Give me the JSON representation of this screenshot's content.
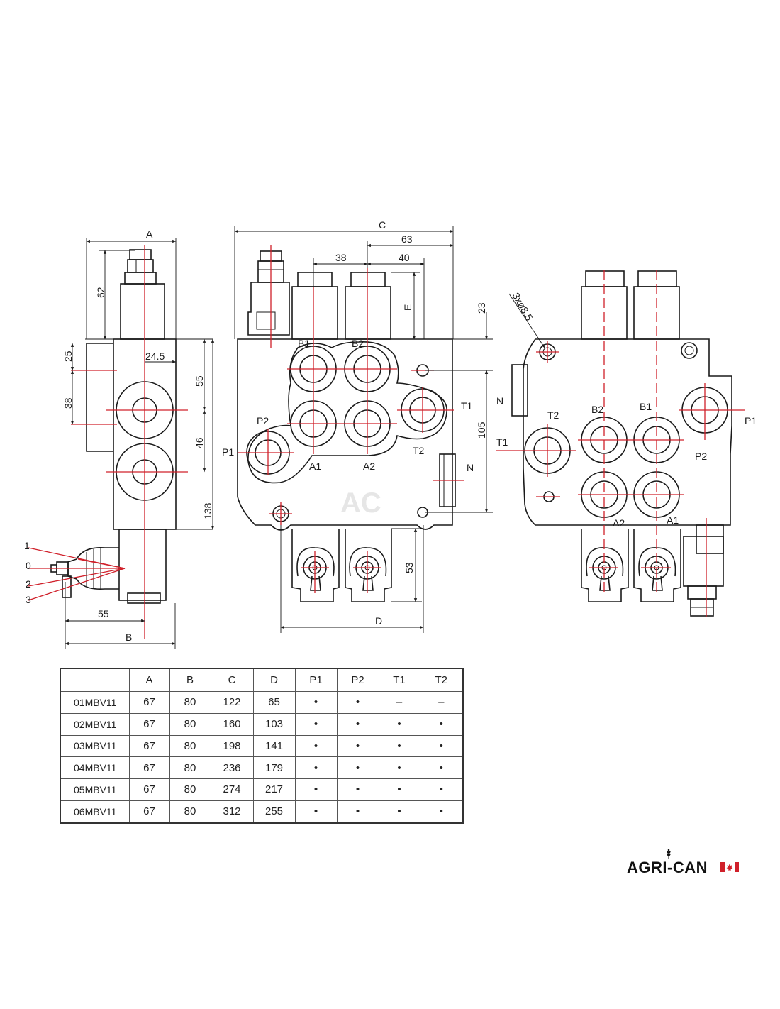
{
  "dimensions": {
    "side": {
      "A": "A",
      "62": "62",
      "25": "25",
      "24_5": "24.5",
      "38": "38",
      "55": "55",
      "46": "46",
      "138": "138",
      "55b": "55",
      "B": "B"
    },
    "front": {
      "C": "C",
      "63": "63",
      "38": "38",
      "40": "40",
      "E": "E",
      "23": "23",
      "105": "105",
      "53": "53",
      "D": "D"
    },
    "rear": {
      "hole": "3xø8.5"
    }
  },
  "ports": {
    "front": {
      "B1": "B1",
      "B2": "B2",
      "A1": "A1",
      "A2": "A2",
      "P1": "P1",
      "P2": "P2",
      "T1": "T1",
      "T2": "T2",
      "N": "N"
    },
    "rear": {
      "T2": "T2",
      "B2": "B2",
      "B1": "B1",
      "P1": "P1",
      "T1": "T1",
      "N": "N",
      "P2": "P2",
      "A2": "A2",
      "A1": "A1"
    }
  },
  "lever_positions": [
    "1",
    "0",
    "2",
    "3"
  ],
  "watermark": "AC",
  "table": {
    "headers": [
      "",
      "A",
      "B",
      "C",
      "D",
      "P1",
      "P2",
      "T1",
      "T2"
    ],
    "rows": [
      [
        "01MBV11",
        "67",
        "80",
        "122",
        "65",
        "•",
        "•",
        "–",
        "–"
      ],
      [
        "02MBV11",
        "67",
        "80",
        "160",
        "103",
        "•",
        "•",
        "•",
        "•"
      ],
      [
        "03MBV11",
        "67",
        "80",
        "198",
        "141",
        "•",
        "•",
        "•",
        "•"
      ],
      [
        "04MBV11",
        "67",
        "80",
        "236",
        "179",
        "•",
        "•",
        "•",
        "•"
      ],
      [
        "05MBV11",
        "67",
        "80",
        "274",
        "217",
        "•",
        "•",
        "•",
        "•"
      ],
      [
        "06MBV11",
        "67",
        "80",
        "312",
        "255",
        "•",
        "•",
        "•",
        "•"
      ]
    ]
  },
  "brand": {
    "name": "AGRI-CAN",
    "flag_icon": "canada-flag-icon",
    "wheat_icon": "wheat-icon",
    "colors": {
      "red": "#d0202a",
      "text": "#111111"
    }
  }
}
